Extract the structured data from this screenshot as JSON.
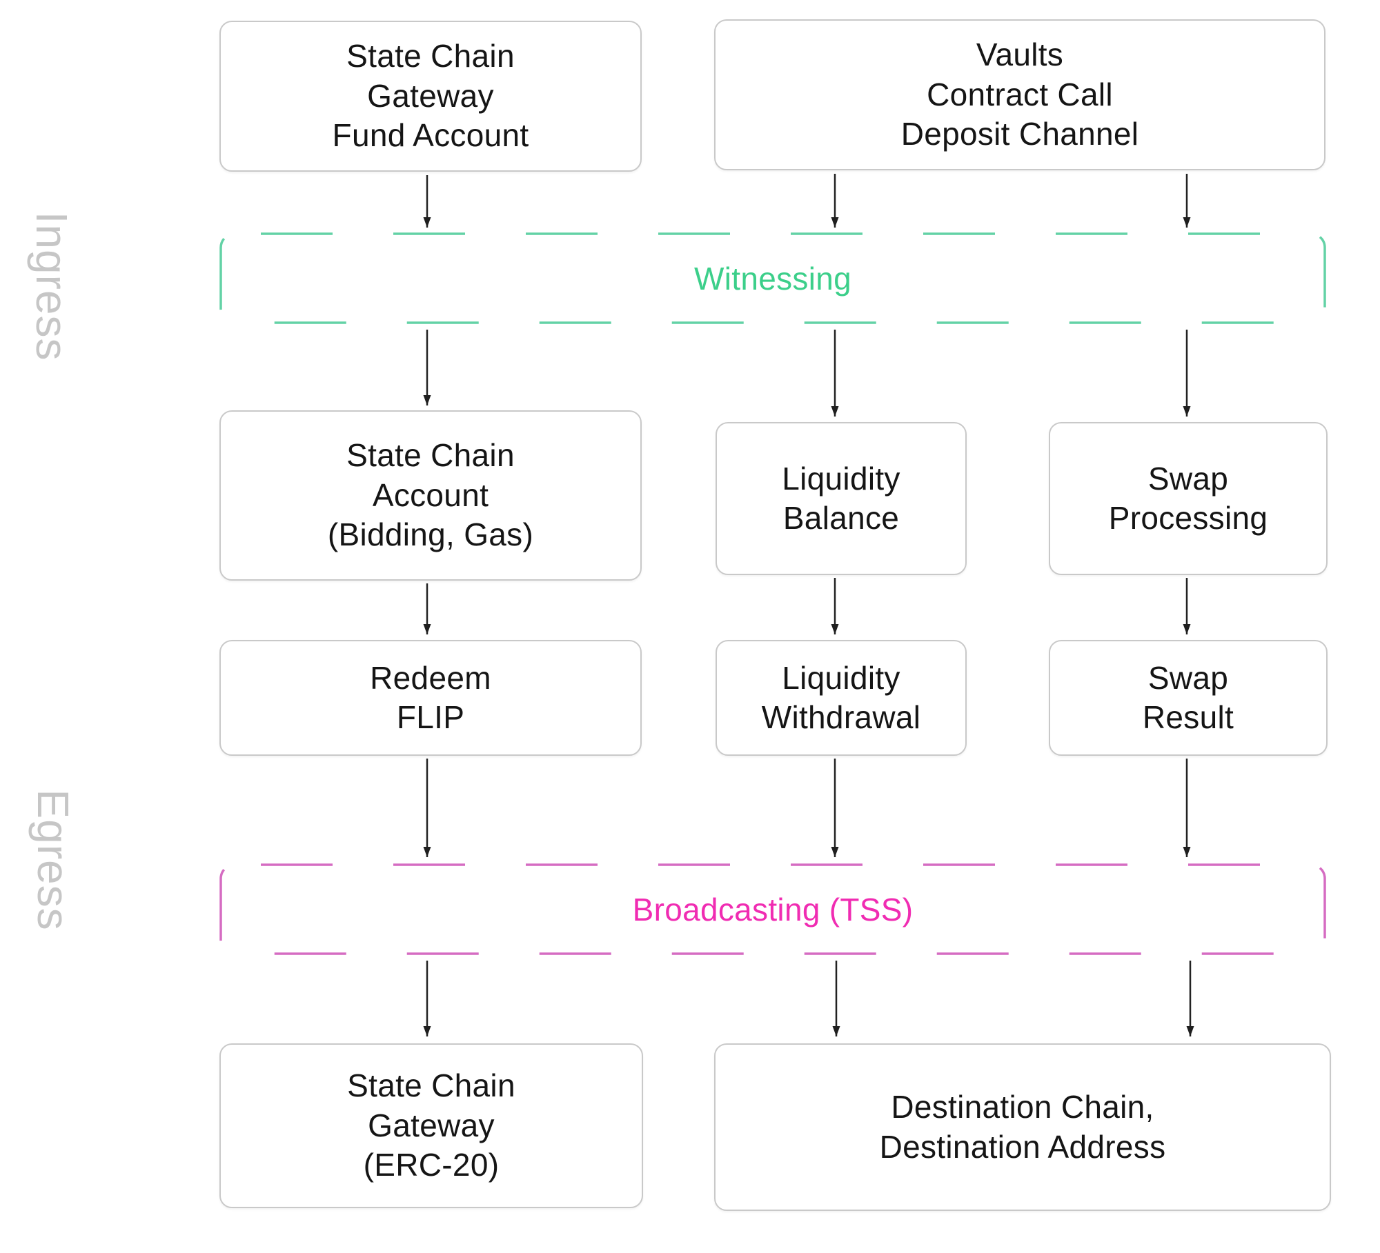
{
  "diagram": {
    "side_labels": [
      {
        "id": "ingress",
        "text": "Ingress"
      },
      {
        "id": "egress",
        "text": "Egress"
      }
    ],
    "bands": [
      {
        "id": "witnessing",
        "label": "Witnessing",
        "text_color": "#3ccf8a",
        "border_color": "#63d2a6"
      },
      {
        "id": "broadcasting",
        "label": "Broadcasting (TSS)",
        "text_color": "#f02cb2",
        "border_color": "#d56cc2"
      }
    ],
    "nodes": [
      {
        "id": "state-chain-gateway-fund-account",
        "lines": [
          "State Chain",
          "Gateway",
          "Fund Account"
        ]
      },
      {
        "id": "vaults-contract-call-deposit-channel",
        "lines": [
          "Vaults",
          "Contract Call",
          "Deposit Channel"
        ]
      },
      {
        "id": "state-chain-account-bidding-gas",
        "lines": [
          "State Chain",
          "Account",
          "(Bidding, Gas)"
        ]
      },
      {
        "id": "liquidity-balance",
        "lines": [
          "Liquidity",
          "Balance"
        ]
      },
      {
        "id": "swap-processing",
        "lines": [
          "Swap",
          "Processing"
        ]
      },
      {
        "id": "redeem-flip",
        "lines": [
          "Redeem",
          "FLIP"
        ]
      },
      {
        "id": "liquidity-withdrawal",
        "lines": [
          "Liquidity",
          "Withdrawal"
        ]
      },
      {
        "id": "swap-result",
        "lines": [
          "Swap",
          "Result"
        ]
      },
      {
        "id": "state-chain-gateway-erc20",
        "lines": [
          "State Chain",
          "Gateway",
          "(ERC-20)"
        ]
      },
      {
        "id": "destination-chain-address",
        "lines": [
          "Destination Chain,",
          "Destination Address"
        ]
      }
    ],
    "colors": {
      "node_border": "#c9c9c9",
      "node_text": "#151515",
      "side_label": "#c6c6c6",
      "arrow": "#222222",
      "green_text": "#3ccf8a",
      "green_border": "#63d2a6",
      "pink_text": "#f02cb2",
      "pink_border": "#d56cc2"
    }
  }
}
